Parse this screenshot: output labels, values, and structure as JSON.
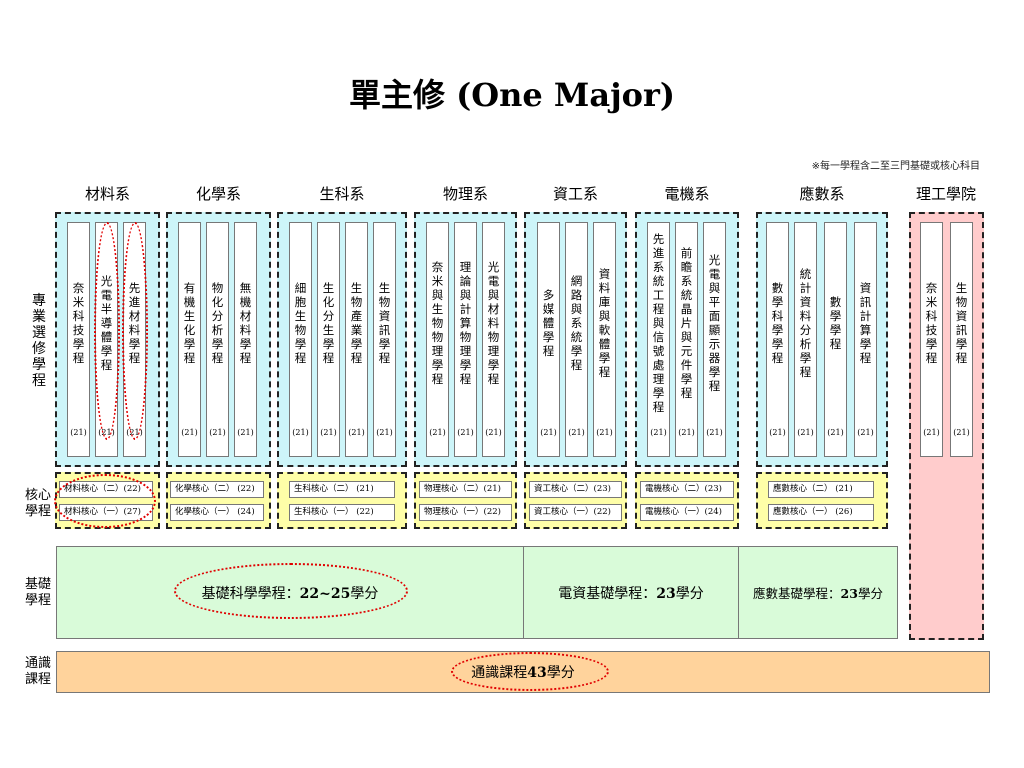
{
  "title": "單主修 (One Major)",
  "note": "※每一學程含二至三門基礎或核心科目",
  "row_labels": {
    "programs": "專業選修學程",
    "core": "核心學程",
    "foundation": "基礎學程",
    "general": "通識課程"
  },
  "departments": [
    "材料系",
    "化學系",
    "生科系",
    "物理系",
    "資工系",
    "電機系",
    "應數系",
    "理工學院"
  ],
  "programs": [
    {
      "name": "奈米科技學程",
      "credits": "(21)"
    },
    {
      "name": "光電半導體學程",
      "credits": "(21)"
    },
    {
      "name": "先進材料學程",
      "credits": "(21)"
    },
    {
      "name": "有機生化學程",
      "credits": "(21)"
    },
    {
      "name": "物化分析學程",
      "credits": "(21)"
    },
    {
      "name": "無機材料學程",
      "credits": "(21)"
    },
    {
      "name": "細胞生物學程",
      "credits": "(21)"
    },
    {
      "name": "生化分生學程",
      "credits": "(21)"
    },
    {
      "name": "生物產業學程",
      "credits": "(21)"
    },
    {
      "name": "生物資訊學程",
      "credits": "(21)"
    },
    {
      "name": "奈米與生物物理學程",
      "credits": "(21)"
    },
    {
      "name": "理論與計算物理學程",
      "credits": "(21)"
    },
    {
      "name": "光電與材料物理學程",
      "credits": "(21)"
    },
    {
      "name": "多媒體學程",
      "credits": "(21)"
    },
    {
      "name": "網路與系統學程",
      "credits": "(21)"
    },
    {
      "name": "資料庫與軟體學程",
      "credits": "(21)"
    },
    {
      "name": "先進系統工程與信號處理學程",
      "credits": "(21)"
    },
    {
      "name": "前瞻系統晶片與元件學程",
      "credits": "(21)"
    },
    {
      "name": "光電與平面顯示器學程",
      "credits": "(21)"
    },
    {
      "name": "數學科學學程",
      "credits": "(21)"
    },
    {
      "name": "統計資料分析學程",
      "credits": "(21)"
    },
    {
      "name": "數學學程",
      "credits": "(21)"
    },
    {
      "name": "資訊計算學程",
      "credits": "(21)"
    },
    {
      "name": "奈米科技學程",
      "credits": "(21)"
    },
    {
      "name": "生物資訊學程",
      "credits": "(21)"
    }
  ],
  "cores": [
    [
      "材料核心（二）(22)",
      "材料核心（一）(27)"
    ],
    [
      "化學核心（二） (22)",
      "化學核心（一） (24)"
    ],
    [
      "生科核心（二） (21)",
      "生科核心（一） (22)"
    ],
    [
      "物理核心（二）(21)",
      "物理核心（一）(22)"
    ],
    [
      "資工核心（二）(23)",
      "資工核心（一）(22)"
    ],
    [
      "電機核心（二）(23)",
      "電機核心（一）(24)"
    ],
    [
      "應數核心（二） (21)",
      "應數核心（一） (26)"
    ]
  ],
  "foundations": {
    "science": {
      "label": "基礎科學學程：",
      "credits": "22~25",
      "unit": "學分"
    },
    "eecs": {
      "label": "電資基礎學程：",
      "credits": "23",
      "unit": "學分"
    },
    "math": {
      "label": "應數基礎學程：",
      "credits": "23",
      "unit": "學分"
    }
  },
  "general": {
    "label": "通識課程",
    "credits": "43",
    "unit": "學分"
  }
}
